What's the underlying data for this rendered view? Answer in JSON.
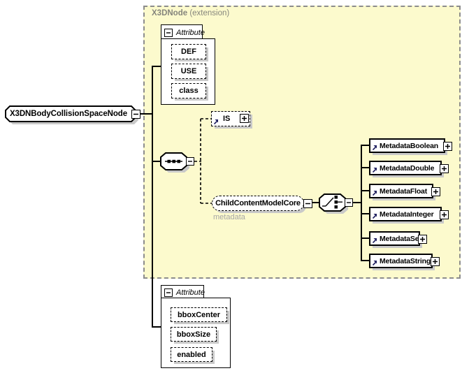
{
  "region": {
    "title": "X3DNode",
    "qualifier": "(extension)"
  },
  "root": {
    "label": "X3DNBodyCollisionSpaceNode"
  },
  "top_attribute_group": {
    "label": "Attribute",
    "attributes": [
      {
        "name": "DEF"
      },
      {
        "name": "USE"
      },
      {
        "name": "class"
      }
    ]
  },
  "is_element": {
    "label": "IS"
  },
  "child_content_model": {
    "label": "ChildContentModelCore",
    "instance_name": "metadata"
  },
  "metadata_elements": [
    {
      "name": "MetadataBoolean"
    },
    {
      "name": "MetadataDouble"
    },
    {
      "name": "MetadataFloat"
    },
    {
      "name": "MetadataInteger"
    },
    {
      "name": "MetadataSet"
    },
    {
      "name": "MetadataString"
    }
  ],
  "bottom_attribute_group": {
    "label": "Attribute",
    "attributes": [
      {
        "name": "bboxCenter"
      },
      {
        "name": "bboxSize"
      },
      {
        "name": "enabled"
      }
    ]
  },
  "colors": {
    "region_background": "#fcfacd",
    "region_border": "#8c8c8c",
    "region_label": "#85857c",
    "box_border": "#000000",
    "box_shadow": "#c9c9c9",
    "text": "#000000",
    "annotation_text": "#a6a6a6"
  }
}
